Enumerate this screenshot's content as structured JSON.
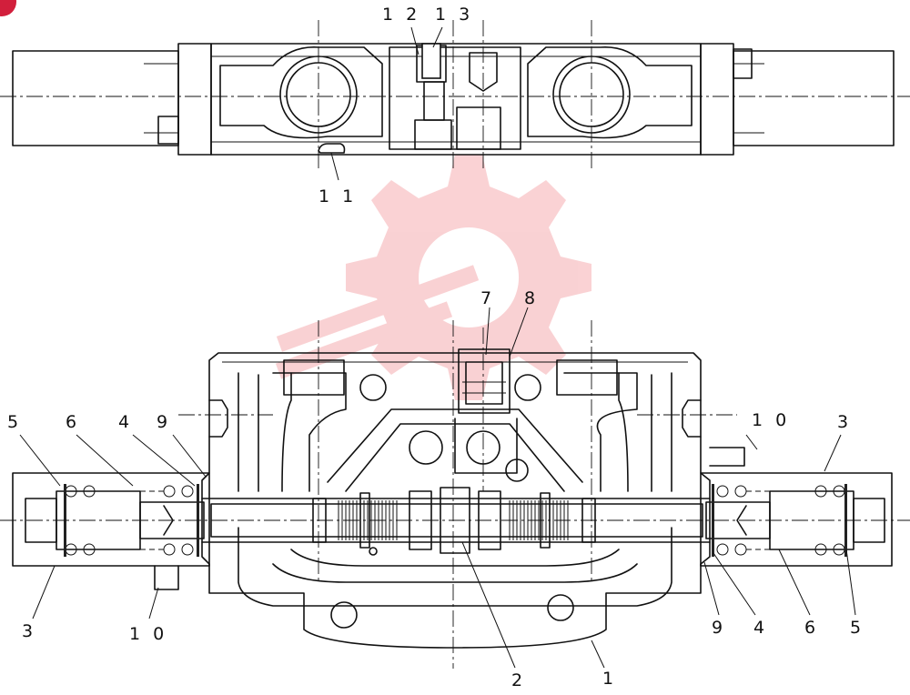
{
  "labels": {
    "top": {
      "l12": "1 2",
      "l13": "1 3",
      "l11": "1 1"
    },
    "bottom": {
      "l7": "7",
      "l8": "8",
      "l5a": "5",
      "l6a": "6",
      "l4a": "4",
      "l9a": "9",
      "l10a": "1 0",
      "l3a": "3",
      "l3b": "3",
      "l10b": "1 0",
      "l9b": "9",
      "l4b": "4",
      "l6b": "6",
      "l5b": "5",
      "l2": "2",
      "l1": "1"
    }
  }
}
